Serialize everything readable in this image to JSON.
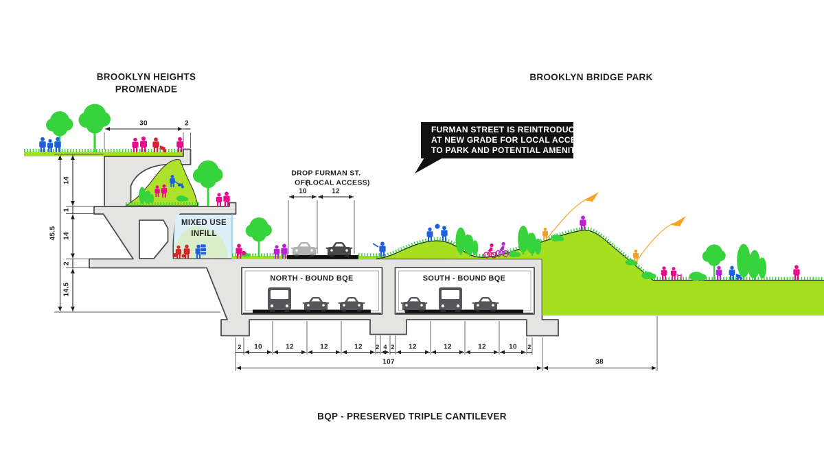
{
  "titles": {
    "promenade": "BROOKLYN HEIGHTS PROMENADE",
    "park": "BROOKLYN BRIDGE PARK"
  },
  "caption": "BQP - PRESERVED TRIPLE CANTILEVER",
  "callout": {
    "lines": [
      "FURMAN STREET IS REINTRODUCED",
      "AT NEW GRADE FOR LOCAL ACCESS",
      "TO PARK AND POTENTIAL AMENITIES"
    ]
  },
  "labels": {
    "mixed_use": [
      "MIXED USE",
      "INFILL"
    ],
    "north_bqe": "NORTH - BOUND BQE",
    "south_bqe": "SOUTH - BOUND BQE",
    "drop_off": [
      "DROP",
      "OFF"
    ],
    "furman": [
      "FURMAN ST.",
      "(LOCAL ACCESS)"
    ]
  },
  "dimensions": {
    "promenade_width": "30",
    "promenade_parapet": "2",
    "drop_off_width": "10",
    "furman_width": "12",
    "left_total": "45.5",
    "left_segments": [
      "14",
      "1",
      "14",
      "2",
      "14.5"
    ],
    "bottom_segments": [
      "2",
      "10",
      "12",
      "12",
      "12",
      "2",
      "4",
      "2",
      "12",
      "12",
      "12",
      "10",
      "2"
    ],
    "bottom_total": "107",
    "berm_width": "38"
  },
  "palette": {
    "concrete": "#e4e4e3",
    "outline": "#4d4d4d",
    "grass_bright": "#3bd43b",
    "ground_green": "#a6df20",
    "text_dark": "#231f20",
    "callout_bg": "#111111",
    "callout_text": "#ffffff",
    "people_blue": "#1e5fdd",
    "people_magenta": "#ea0b8c",
    "people_purple": "#bb1fd6",
    "people_red": "#d8232a",
    "people_orange": "#f59e1f",
    "vehicle_dark": "#54565a",
    "vehicle_light": "#b0b2b4",
    "glass_blue": "#a8d8ee",
    "road_black": "#111111"
  }
}
